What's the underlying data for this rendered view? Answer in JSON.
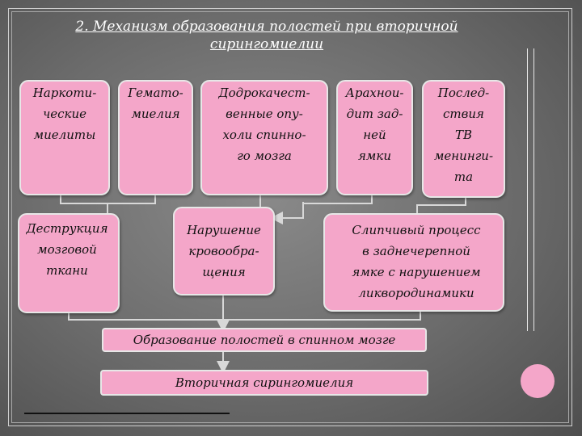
{
  "title": "2. Механизм образования полостей при вторичной\nсирингомиелии",
  "top_boxes": [
    "Наркоти-\nческие\nмиелиты",
    "Гемато-\nмиелия",
    "Додрокачест-\nвенные опу-\nхоли спинно-\nго мозга",
    "Арахнои-\nдит зад-\nней\nямки",
    "Послед-\nствия\nТВ\nменинги-\nта"
  ],
  "middle_boxes": [
    "Деструкция\nмозговой\nткани",
    "Нарушение\nкровообра-\nщения",
    "Слипчивый процесс\nв заднечерепной\nямке с нарушением\nликвородинамики"
  ],
  "cavity_box": "Образование полостей в спинном мозге",
  "result_box": "Вторичная сирингомиелия",
  "colors": {
    "box_fill": "#f4a6c9",
    "box_border": "#e7e7e7",
    "arrow": "#d8d8d8",
    "background": "#6b6b6b"
  }
}
